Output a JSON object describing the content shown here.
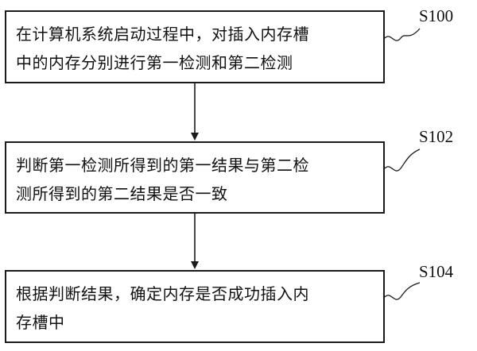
{
  "steps": [
    {
      "id": "S100",
      "lines": [
        "在计算机系统启动过程中，对插入内存槽",
        "中的内存分别进行第一检测和第二检测"
      ]
    },
    {
      "id": "S102",
      "lines": [
        "判断第一检测所得到的第一结果与第二检",
        "测所得到的第二结果是否一致"
      ]
    },
    {
      "id": "S104",
      "lines": [
        "根据判断结果，确定内存是否成功插入内",
        "存槽中"
      ]
    }
  ]
}
